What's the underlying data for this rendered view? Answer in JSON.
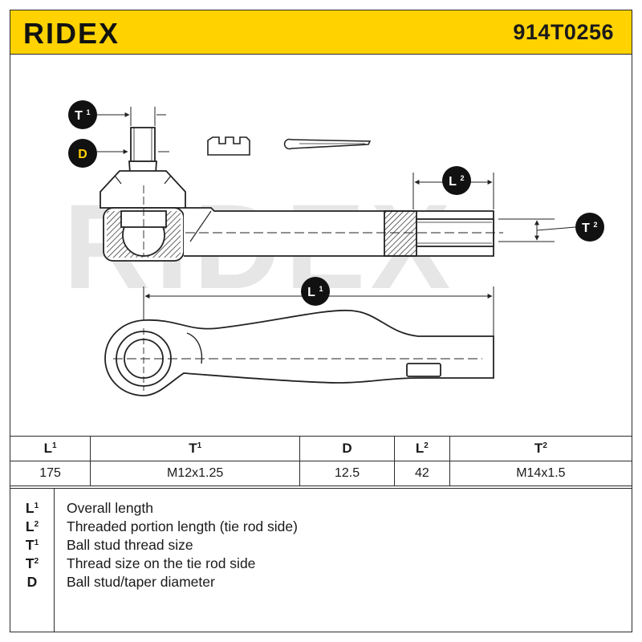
{
  "header": {
    "brand": "RIDEX",
    "part_number": "914T0256"
  },
  "watermark": "RIDEX",
  "drawing": {
    "callouts": {
      "t1": {
        "sym": "T",
        "sub": "1"
      },
      "d": {
        "sym": "D",
        "sub": ""
      },
      "l2": {
        "sym": "L",
        "sub": "2"
      },
      "t2": {
        "sym": "T",
        "sub": "2"
      },
      "l1": {
        "sym": "L",
        "sub": "1"
      }
    }
  },
  "table": {
    "headers": [
      {
        "sym": "L",
        "sub": "1"
      },
      {
        "sym": "T",
        "sub": "1"
      },
      {
        "sym": "D",
        "sub": ""
      },
      {
        "sym": "L",
        "sub": "2"
      },
      {
        "sym": "T",
        "sub": "2"
      }
    ],
    "values": [
      "175",
      "M12x1.25",
      "12.5",
      "42",
      "M14x1.5"
    ]
  },
  "legend": [
    {
      "sym": "L",
      "sub": "1",
      "text": "Overall length"
    },
    {
      "sym": "L",
      "sub": "2",
      "text": "Threaded portion length (tie rod side)"
    },
    {
      "sym": "T",
      "sub": "1",
      "text": "Ball stud thread size"
    },
    {
      "sym": "T",
      "sub": "2",
      "text": "Thread size on the tie rod side"
    },
    {
      "sym": "D",
      "sub": "",
      "text": "Ball stud/taper diameter"
    }
  ],
  "colors": {
    "accent": "#ffd200",
    "callout_fill": "#111111",
    "line": "#2b2b2b",
    "watermark": "#e6e6e6"
  }
}
